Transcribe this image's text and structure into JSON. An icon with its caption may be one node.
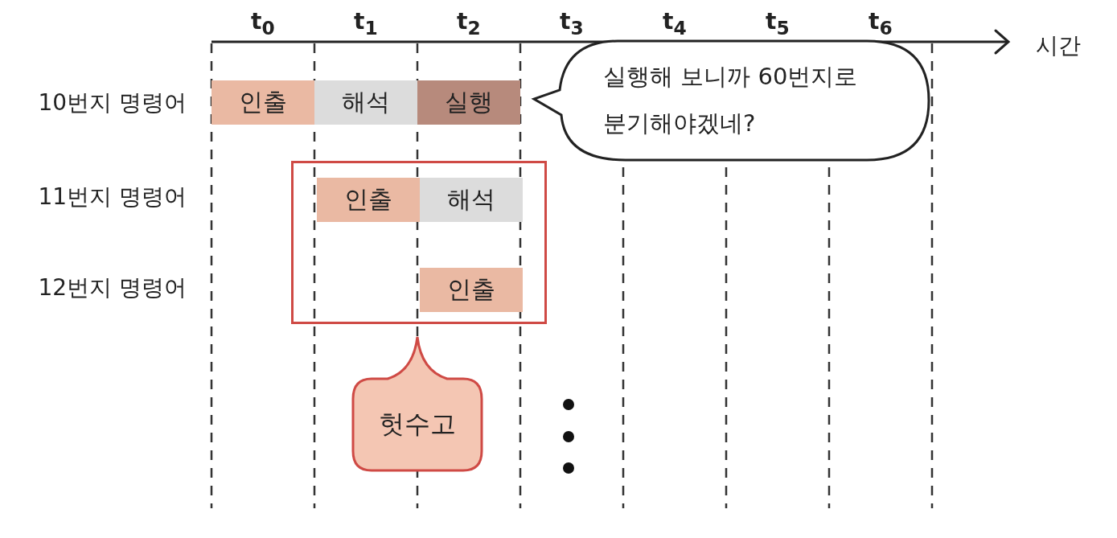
{
  "diagram": {
    "nodes": [
      {
        "text": [
          "인출"
        ]
      },
      {
        "text": [
          "해석"
        ]
      },
      {
        "text": [
          "실행"
        ]
      },
      {
        "text": [
          "실행해 보니까 60번지로 분기해야겠네?"
        ]
      },
      {
        "text": [],
        "shape": "box"
      },
      {
        "text": [
          "인출"
        ],
        "in": 4
      },
      {
        "text": [
          "해석"
        ],
        "in": 4
      },
      {
        "text": [
          "인출"
        ],
        "in": 4
      },
      {
        "text": [
          "헛수고"
        ]
      }
    ],
    "labels": [
      "t$_{0}$",
      "t$_{1}$",
      "t$_{2}$",
      "t$_{3}$",
      "t$_{4}$",
      "t$_{5}$",
      "t$_{6}$",
      "시간",
      "10번지 명령어",
      "11번지 명령어",
      "12번지 명령어"
    ]
  }
}
